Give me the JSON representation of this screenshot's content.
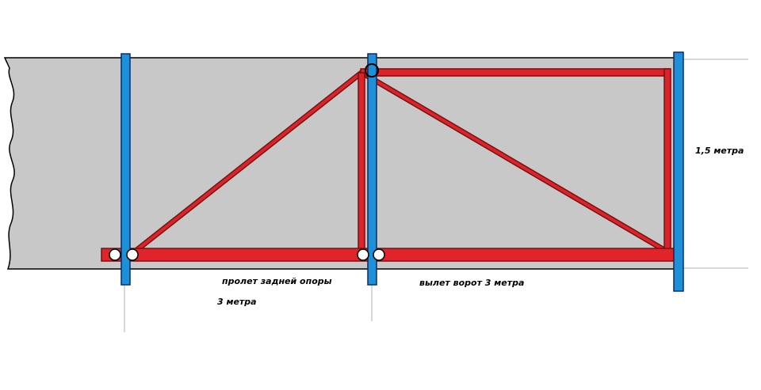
{
  "labels": {
    "height": "1,5 метра",
    "back_span_line1": "пролет задней опоры",
    "back_span_line2": "3 метра",
    "overhang": "вылет ворот 3 метра"
  },
  "colors": {
    "background": "#ffffff",
    "wall": "#c8c8c8",
    "wall_outline": "#000000",
    "post": "#1e90d8",
    "frame": "#d8242a",
    "frame_outline": "#7a1010",
    "roller": "#ffffff",
    "guide_line": "#b0b0b0"
  }
}
